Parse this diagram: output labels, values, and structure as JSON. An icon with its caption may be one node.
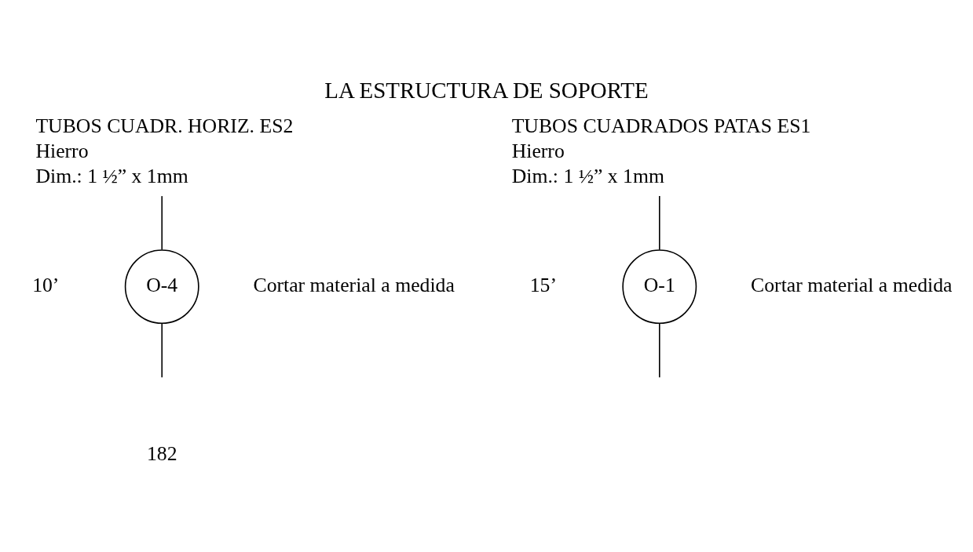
{
  "diagram": {
    "title": "LA ESTRUCTURA DE SOPORTE",
    "nodes": [
      {
        "text": [
          "TUBOS CUADR. HORIZ. ES2",
          "Hierro",
          "Dim.: 1 ½” x 1mm"
        ]
      },
      {
        "text": [
          "O-4"
        ],
        "beside": [
          "10’",
          "Cortar material a medida"
        ]
      },
      {
        "text": [
          "TUBOS CUADRADOS PATAS ES1",
          "Hierro",
          "Dim.: 1 ½” x 1mm"
        ]
      },
      {
        "text": [
          "O-1"
        ],
        "beside": [
          "15’",
          "Cortar material a medida"
        ]
      }
    ],
    "edges": [
      {
        "from": 0,
        "to": 1,
        "arrow": "none"
      },
      {
        "from": 1,
        "to": null,
        "arrow": "none"
      },
      {
        "from": 2,
        "to": 3,
        "arrow": "none"
      },
      {
        "from": 3,
        "to": null,
        "arrow": "none"
      }
    ],
    "labels": [
      "182"
    ]
  }
}
